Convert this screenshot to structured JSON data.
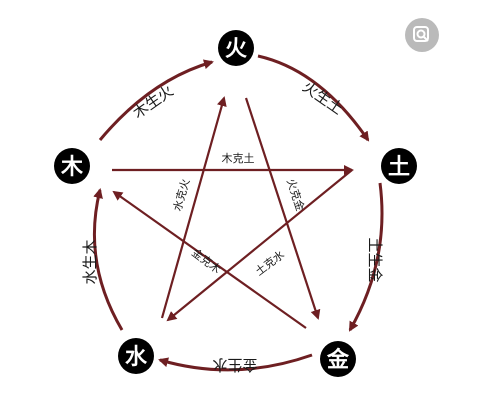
{
  "colors": {
    "node": "#6b1418",
    "stroke": "#6e1f22",
    "node_text": "#ffffff",
    "zoom_bg": "#b3b3b3"
  },
  "icons": {
    "zoom": "magnify-icon"
  },
  "nodes": {
    "fire": "火",
    "earth": "土",
    "metal": "金",
    "water": "水",
    "wood": "木"
  },
  "generating": {
    "wood_fire": "木生火",
    "fire_earth": "火生土",
    "earth_metal": "土生金",
    "metal_water": "金生水",
    "water_wood": "水生木"
  },
  "overcoming": {
    "wood_earth": "木克土",
    "water_fire": "水克火",
    "fire_metal": "火克金",
    "metal_wood": "金克木",
    "earth_water": "土克水"
  }
}
